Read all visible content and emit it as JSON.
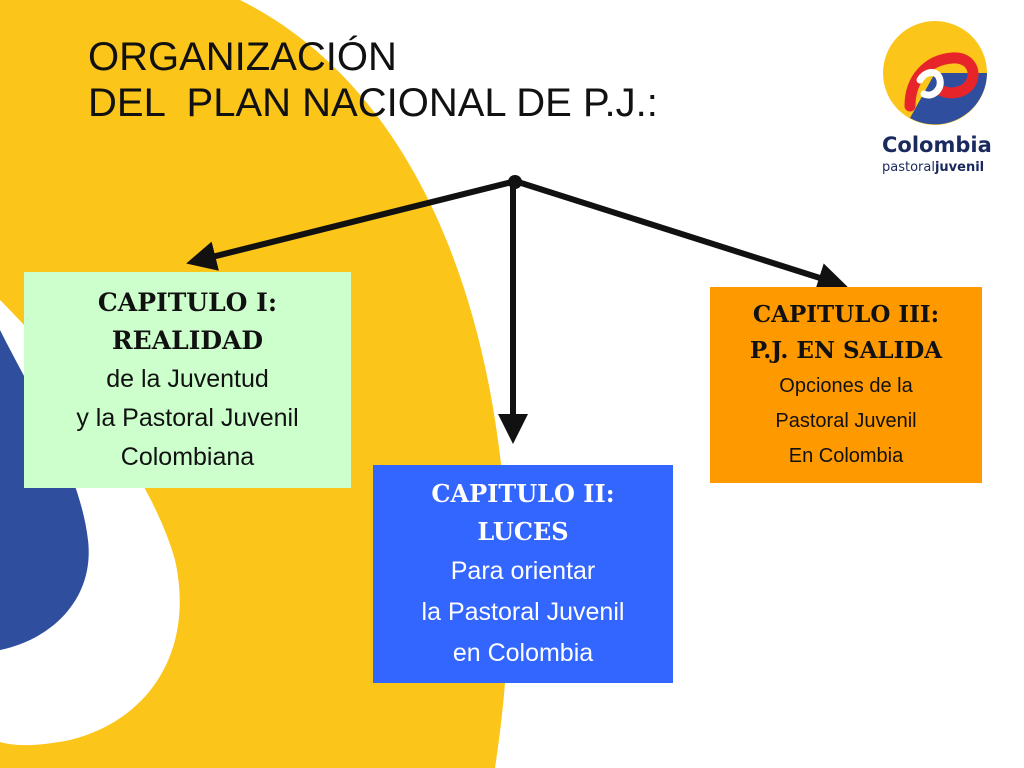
{
  "title": {
    "line1": "ORGANIZACIÓN",
    "line2": "DEL  PLAN NACIONAL DE P.J.:"
  },
  "logo": {
    "icon": "pj-swirl-logo",
    "brand": "Colombia",
    "sub_light": "pastoral",
    "sub_bold": "juvenil"
  },
  "chapters": [
    {
      "heading": [
        "CAPITULO I:",
        "REALIDAD"
      ],
      "lines": [
        "de la Juventud",
        "y la Pastoral Juvenil",
        "Colombiana"
      ],
      "color": "#ccffcc"
    },
    {
      "heading": [
        "CAPITULO II:",
        "LUCES"
      ],
      "lines": [
        "Para orientar",
        "la Pastoral Juvenil",
        "en Colombia"
      ],
      "color": "#3366ff"
    },
    {
      "heading": [
        "CAPITULO III:",
        "P.J. EN SALIDA"
      ],
      "lines": [
        "Opciones de la",
        "Pastoral  Juvenil",
        "En Colombia"
      ],
      "color": "#ff9900"
    }
  ],
  "colors": {
    "yellow": "#fbc51a",
    "blue": "#2f4f9e",
    "red": "#e8242b"
  }
}
